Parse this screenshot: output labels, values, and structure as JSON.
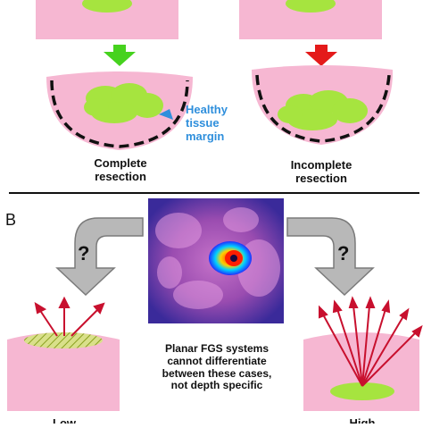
{
  "panel_b_label": "B",
  "panel_a": {
    "margin_label_line1": "Healthy",
    "margin_label_line2": "tissue",
    "margin_label_line3": "margin",
    "left_caption_line1": "Complete",
    "left_caption_line2": "resection",
    "right_caption_line1": "Incomplete",
    "right_caption_line2": "resection"
  },
  "panel_b": {
    "question_mark": "?",
    "center_text_line1": "Planar FGS systems",
    "center_text_line2": "cannot differentiate",
    "center_text_line3": "between these cases,",
    "center_text_line4": "not depth specific",
    "left_bottom_label": "Low",
    "right_bottom_label": "High"
  },
  "colors": {
    "tissue_pink": "#f6b7d2",
    "tumor_green": "#a6e43f",
    "arrow_green": "#46d21e",
    "arrow_red": "#e41a1a",
    "ray_red": "#c8102e",
    "margin_blue": "#2f8fdc",
    "gray_arrow": "#b8b8b8"
  }
}
